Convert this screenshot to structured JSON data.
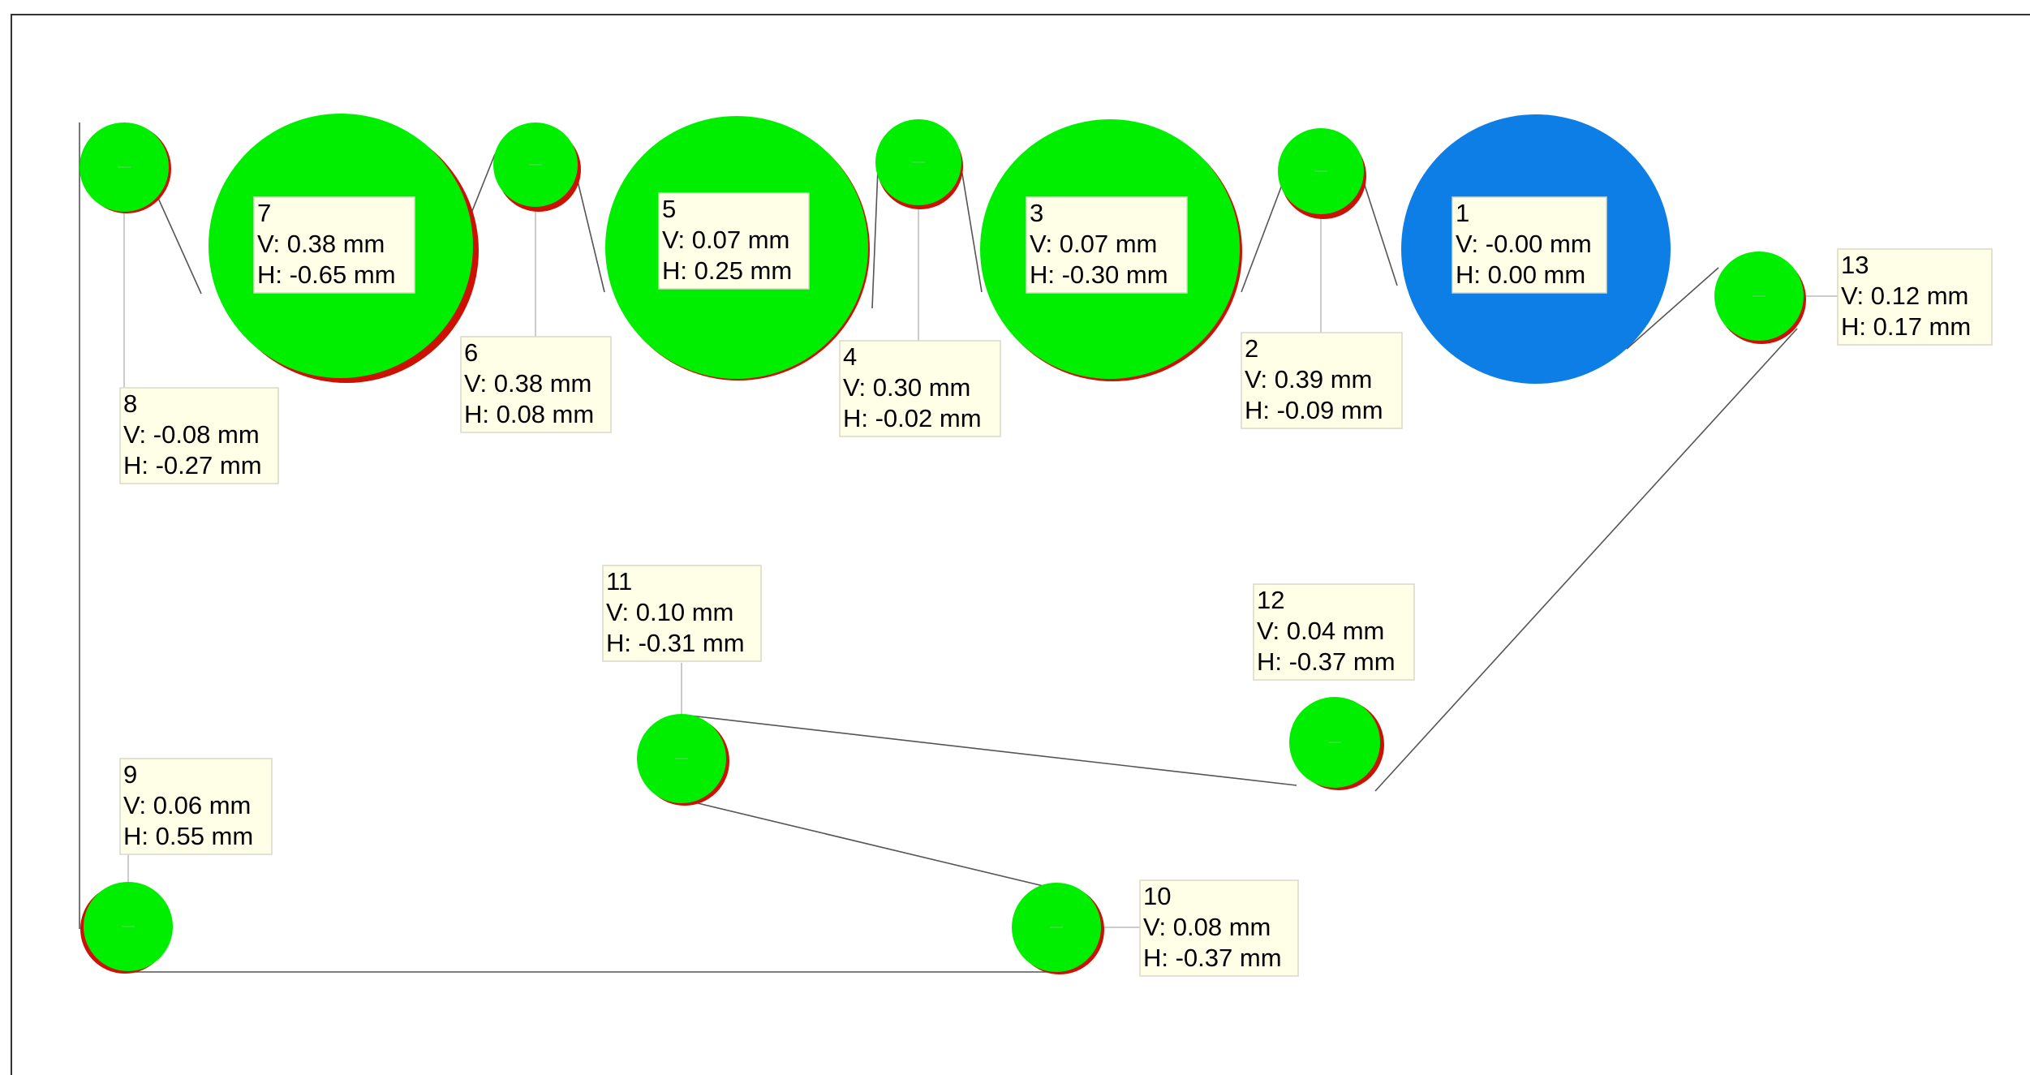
{
  "units": "mm",
  "colors": {
    "roller_fill": "#00ee00",
    "reference_fill": "#0d7ee6",
    "offset_shadow": "#cc1100",
    "belt": "#555555",
    "label_background": "#ffffe8",
    "frame": "#333333"
  },
  "rollers": [
    {
      "id": "1",
      "reference": true,
      "number": "1",
      "v": "V: -0.00 mm",
      "h": "H: 0.00 mm"
    },
    {
      "id": "2",
      "reference": false,
      "number": "2",
      "v": "V: 0.39 mm",
      "h": "H: -0.09 mm"
    },
    {
      "id": "3",
      "reference": false,
      "number": "3",
      "v": "V: 0.07 mm",
      "h": "H: -0.30 mm"
    },
    {
      "id": "4",
      "reference": false,
      "number": "4",
      "v": "V: 0.30 mm",
      "h": "H: -0.02 mm"
    },
    {
      "id": "5",
      "reference": false,
      "number": "5",
      "v": "V: 0.07 mm",
      "h": "H: 0.25 mm"
    },
    {
      "id": "6",
      "reference": false,
      "number": "6",
      "v": "V: 0.38 mm",
      "h": "H: 0.08 mm"
    },
    {
      "id": "7",
      "reference": false,
      "number": "7",
      "v": "V: 0.38 mm",
      "h": "H: -0.65 mm"
    },
    {
      "id": "8",
      "reference": false,
      "number": "8",
      "v": "V: -0.08 mm",
      "h": "H: -0.27 mm"
    },
    {
      "id": "9",
      "reference": false,
      "number": "9",
      "v": "V: 0.06 mm",
      "h": "H: 0.55 mm"
    },
    {
      "id": "10",
      "reference": false,
      "number": "10",
      "v": "V: 0.08 mm",
      "h": "H: -0.37 mm"
    },
    {
      "id": "11",
      "reference": false,
      "number": "11",
      "v": "V: 0.10 mm",
      "h": "H: -0.31 mm"
    },
    {
      "id": "12",
      "reference": false,
      "number": "12",
      "v": "V: 0.04 mm",
      "h": "H: -0.37 mm"
    },
    {
      "id": "13",
      "reference": false,
      "number": "13",
      "v": "V: 0.12 mm",
      "h": "H: 0.17 mm"
    }
  ]
}
